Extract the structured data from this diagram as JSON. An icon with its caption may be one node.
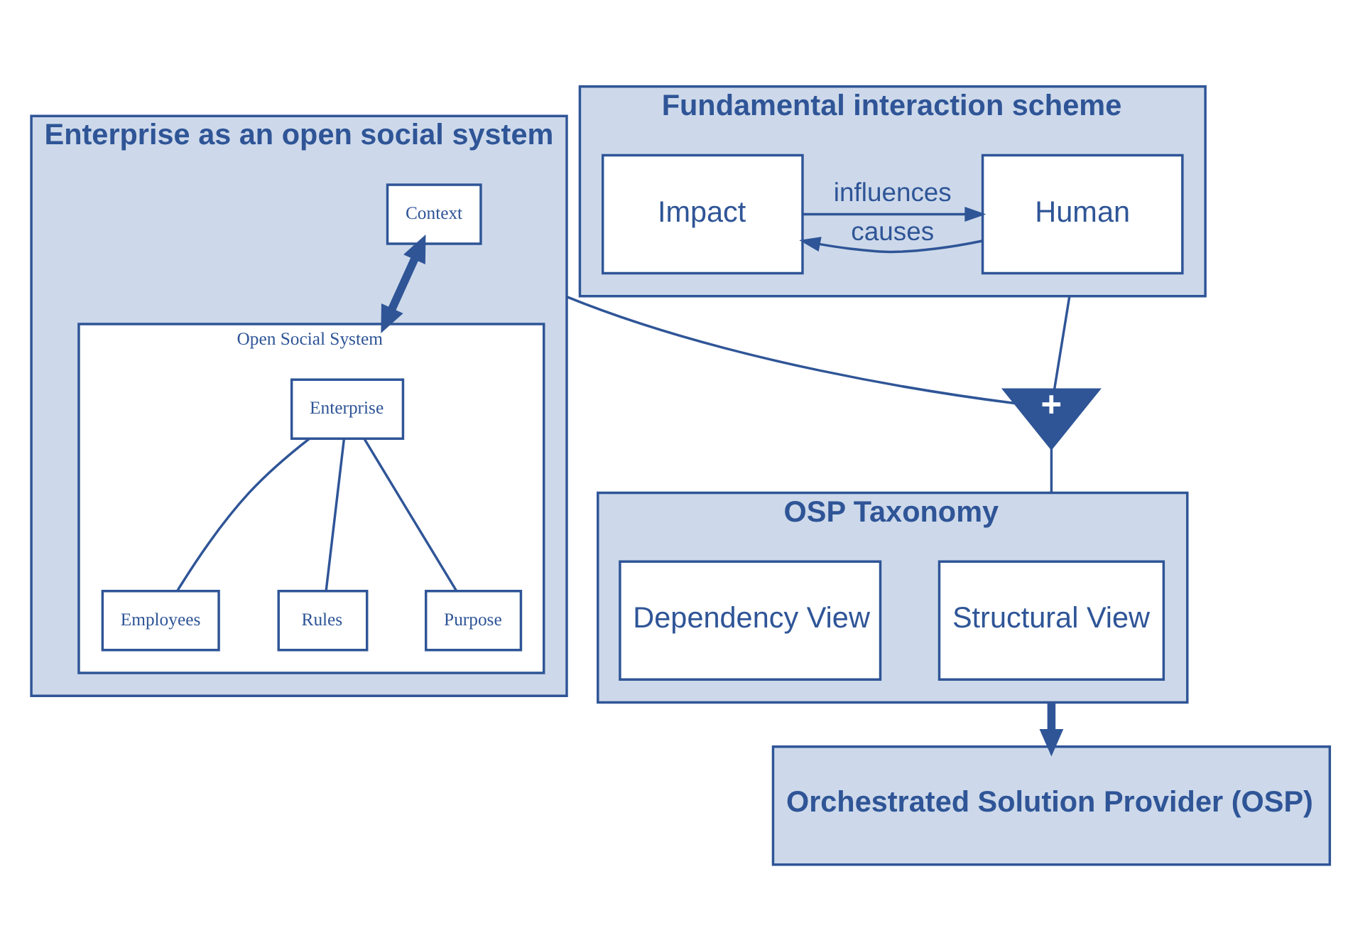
{
  "diagram": {
    "nodes": [
      {
        "text": [
          "Enterprise as an open social system"
        ]
      },
      {
        "text": [
          "Context"
        ],
        "in": 0
      },
      {
        "text": [
          "Open Social System"
        ],
        "in": 0
      },
      {
        "text": [
          "Enterprise"
        ],
        "in": 2
      },
      {
        "text": [
          "Employees"
        ],
        "in": 2
      },
      {
        "text": [
          "Rules"
        ],
        "in": 2
      },
      {
        "text": [
          "Purpose"
        ],
        "in": 2
      },
      {
        "text": [
          "Fundamental interaction scheme"
        ]
      },
      {
        "text": [
          "Human"
        ],
        "in": 7
      },
      {
        "text": [
          "Impact"
        ],
        "in": 7
      },
      {
        "text": [
          "+"
        ]
      },
      {
        "text": [
          "OSP Taxonomy"
        ]
      },
      {
        "text": [
          "Structural View"
        ],
        "in": 11
      },
      {
        "text": [
          "Dependency View"
        ],
        "in": 11
      },
      {
        "text": [
          "Orchestrated Solution Provider (OSP)"
        ]
      }
    ],
    "edges": [
      {
        "from": 1,
        "to": 2,
        "arrow": "both",
        "style": "thick"
      },
      {
        "from": 3,
        "to": 4,
        "arrow": "none"
      },
      {
        "from": 3,
        "to": 5,
        "arrow": "none"
      },
      {
        "from": 3,
        "to": 6,
        "arrow": "none"
      },
      {
        "from": 8,
        "to": 9,
        "arrow": "to",
        "label": "causes"
      },
      {
        "from": 9,
        "to": 8,
        "arrow": "to",
        "label": "influences"
      },
      {
        "from": 0,
        "to": 10,
        "arrow": "none"
      },
      {
        "from": 7,
        "to": 10,
        "arrow": "none"
      },
      {
        "from": 10,
        "to": 11,
        "arrow": "none"
      },
      {
        "from": 11,
        "to": 14,
        "arrow": "to",
        "style": "thick"
      }
    ]
  }
}
